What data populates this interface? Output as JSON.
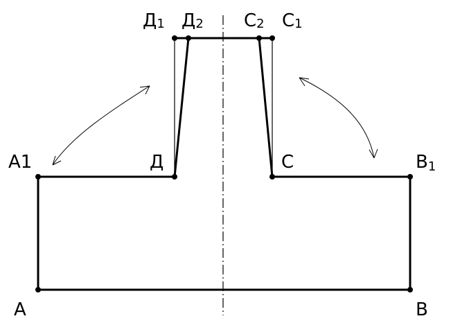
{
  "labels": {
    "A": "A",
    "B": "B",
    "A1": "A1",
    "B1_main": "B",
    "B1_sub": "1",
    "D": "Д",
    "C": "C",
    "D1_main": "Д",
    "D1_sub": "1",
    "D2_main": "Д",
    "D2_sub": "2",
    "C2_main": "C",
    "C2_sub": "2",
    "C1_main": "C",
    "C1_sub": "1"
  },
  "colors": {
    "line": "#000000",
    "background": "#ffffff"
  }
}
